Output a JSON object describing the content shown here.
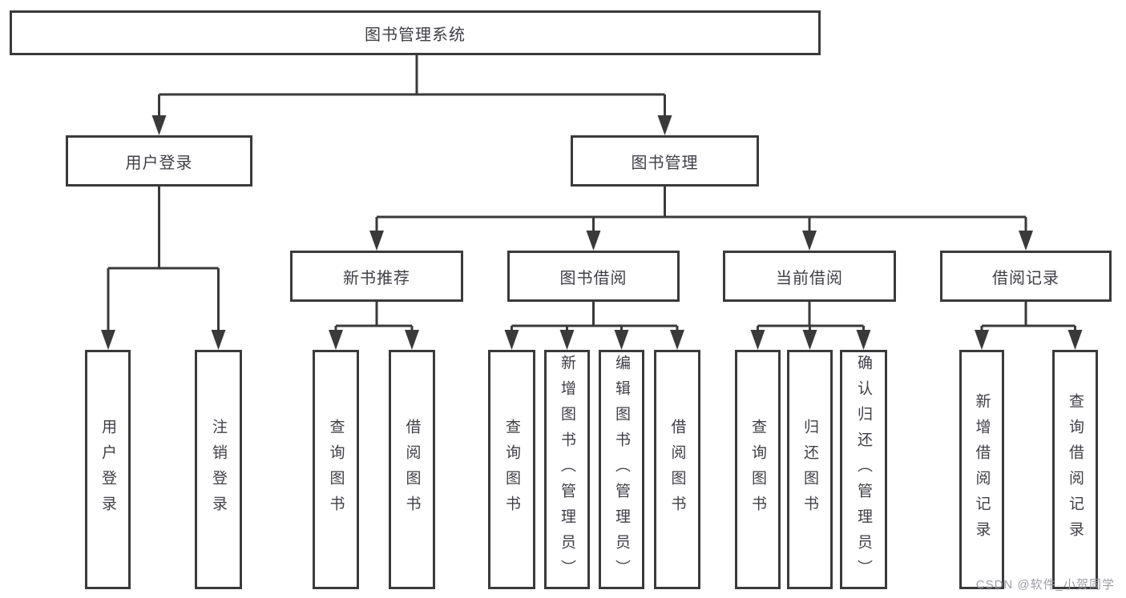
{
  "diagram": {
    "root": {
      "label": "图书管理系统"
    },
    "login": {
      "label": "用户登录",
      "children": [
        {
          "label": "用户登录"
        },
        {
          "label": "注销登录"
        }
      ]
    },
    "management": {
      "label": "图书管理",
      "sections": [
        {
          "label": "新书推荐",
          "children": [
            {
              "label": "查询图书"
            },
            {
              "label": "借阅图书"
            }
          ]
        },
        {
          "label": "图书借阅",
          "children": [
            {
              "label": "查询图书"
            },
            {
              "label": "新增图书（管理员）"
            },
            {
              "label": "编辑图书（管理员）"
            },
            {
              "label": "借阅图书"
            }
          ]
        },
        {
          "label": "当前借阅",
          "children": [
            {
              "label": "查询图书"
            },
            {
              "label": "归还图书"
            },
            {
              "label": "确认归还（管理员）"
            }
          ]
        },
        {
          "label": "借阅记录",
          "children": [
            {
              "label": "新增借阅记录"
            },
            {
              "label": "查询借阅记录"
            }
          ]
        }
      ]
    },
    "colors": {
      "line": "#3a3a3a",
      "text": "#3f3f46",
      "box_background": "#ffffff"
    }
  },
  "watermark": {
    "text": "CSDN @软件_小贺同学",
    "color": "#9898a0"
  }
}
